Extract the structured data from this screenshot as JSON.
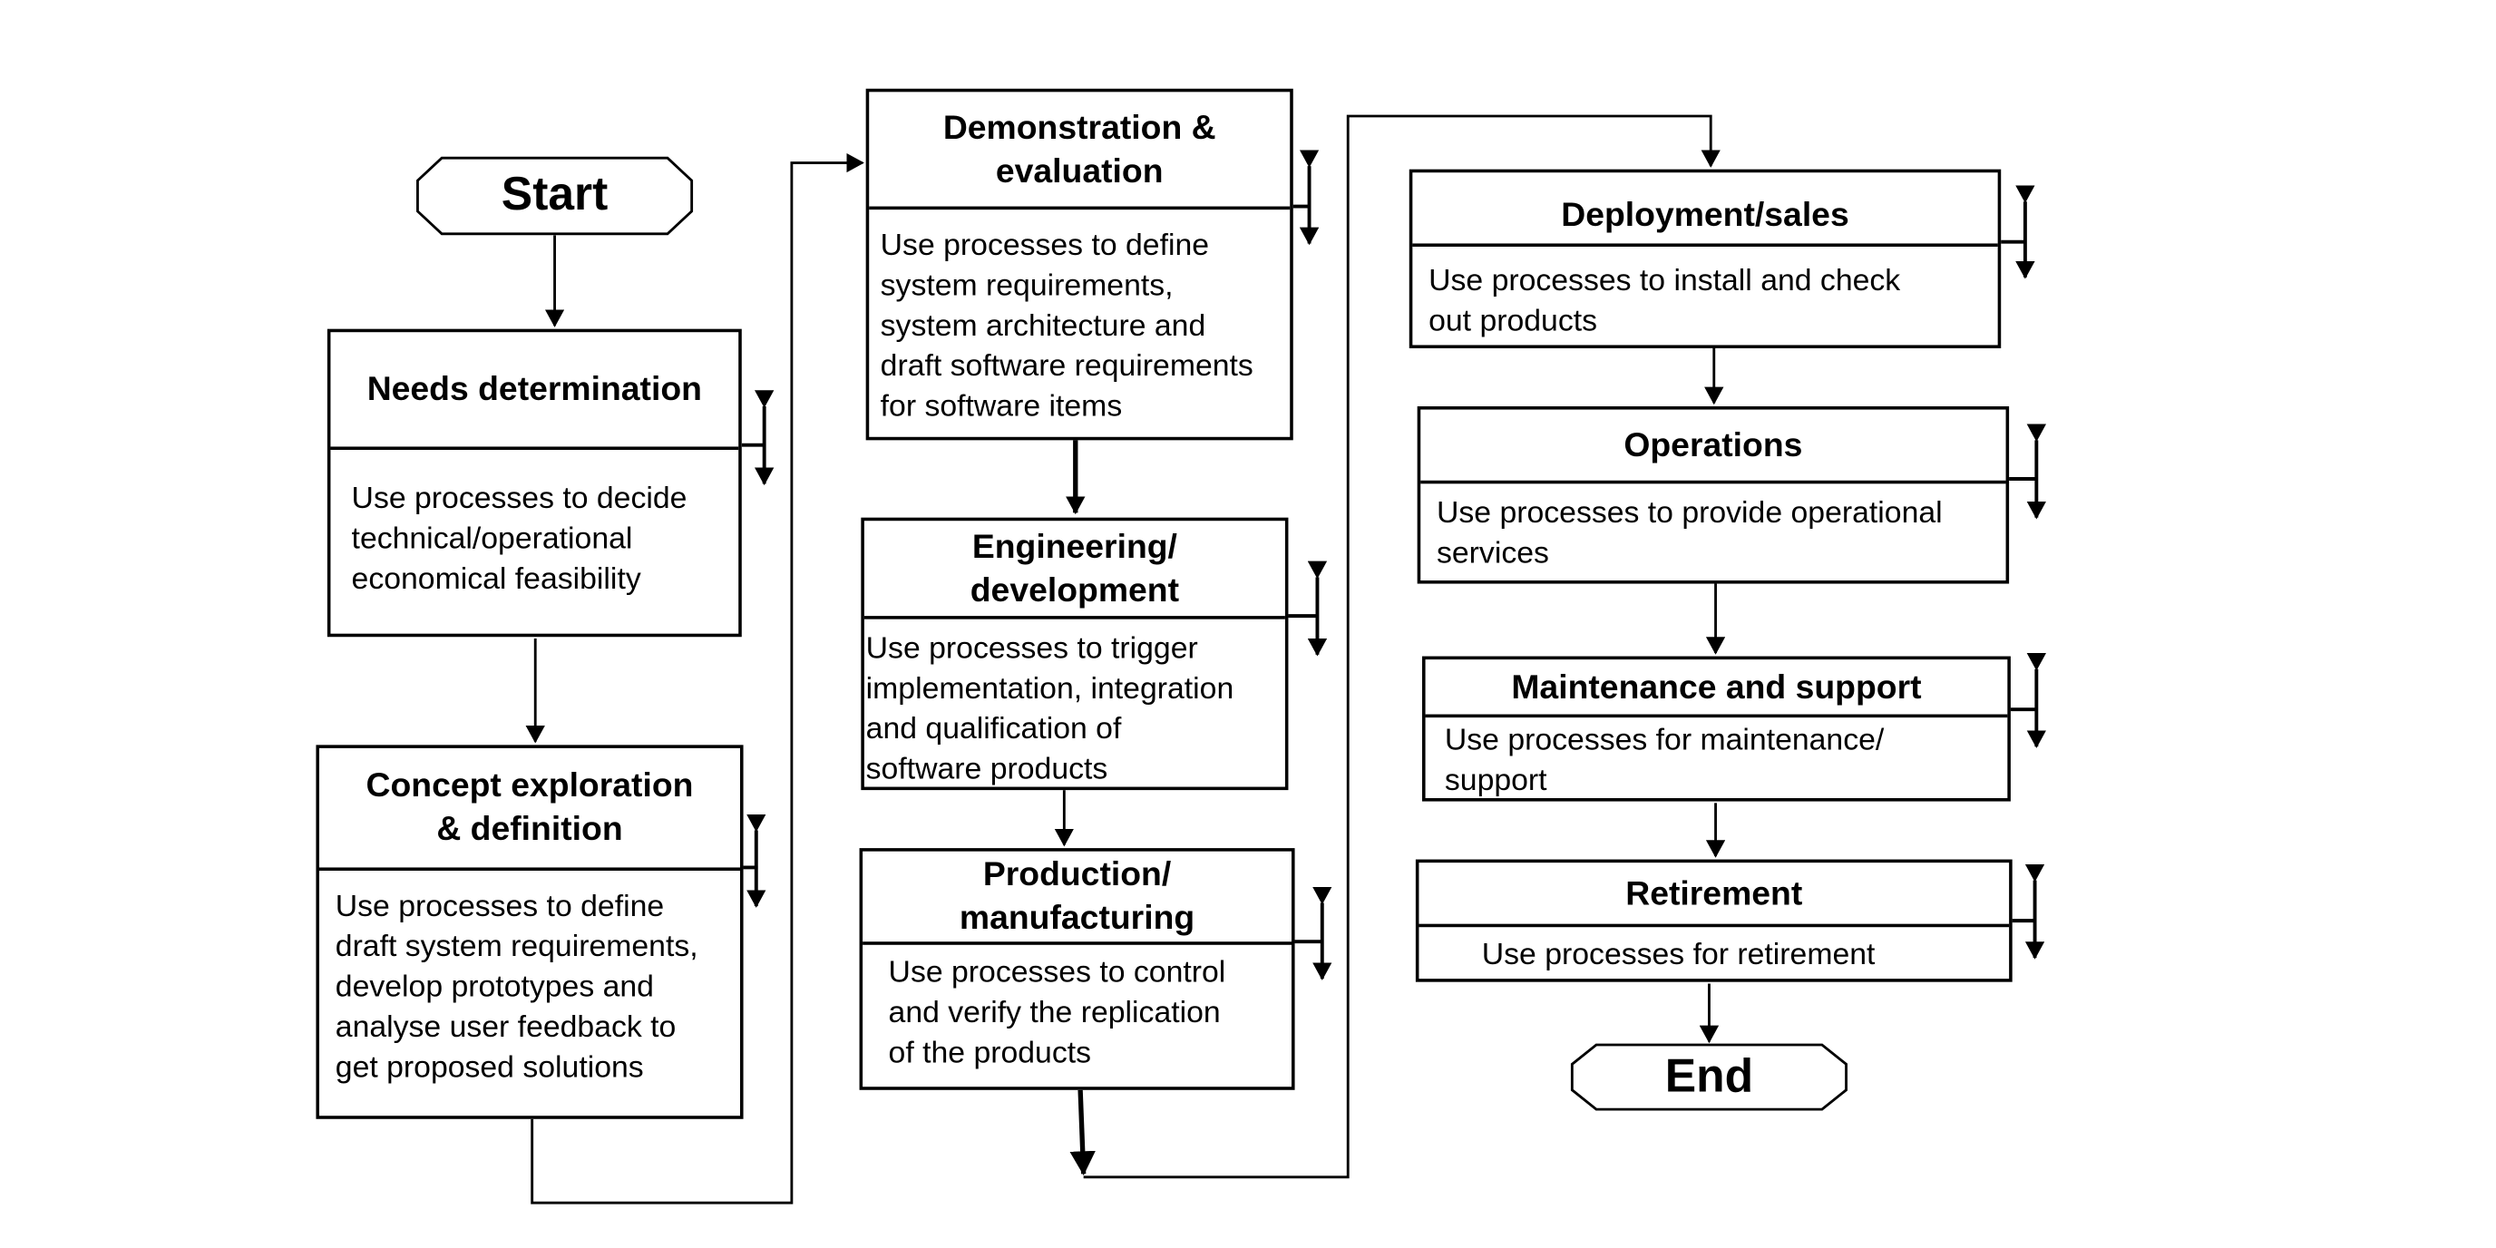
{
  "start_label": "Start",
  "end_label": "End",
  "stages": {
    "needs": {
      "title": "Needs determination",
      "desc": "Use processes to decide\ntechnical/operational\neconomical feasibility"
    },
    "concept": {
      "title": "Concept exploration\n& definition",
      "desc": "Use processes to define\ndraft system requirements,\ndevelop prototypes and\nanalyse user feedback to\nget proposed solutions"
    },
    "demo": {
      "title": "Demonstration &\nevaluation",
      "desc": "Use processes to define\nsystem requirements,\nsystem architecture and\ndraft software requirements\nfor software items"
    },
    "engineering": {
      "title": "Engineering/\ndevelopment",
      "desc": "Use processes to trigger\nimplementation, integration\nand qualification of\nsoftware products"
    },
    "production": {
      "title": "Production/\nmanufacturing",
      "desc": "Use processes to control\nand verify the replication\nof the products"
    },
    "deployment": {
      "title": "Deployment/sales",
      "desc": "Use processes to install and check\nout products"
    },
    "operations": {
      "title": "Operations",
      "desc": "Use processes to provide operational\nservices"
    },
    "maintenance": {
      "title": "Maintenance and support",
      "desc": "Use processes for maintenance/\nsupport"
    },
    "retirement": {
      "title": "Retirement",
      "desc": "Use processes for retirement"
    }
  }
}
